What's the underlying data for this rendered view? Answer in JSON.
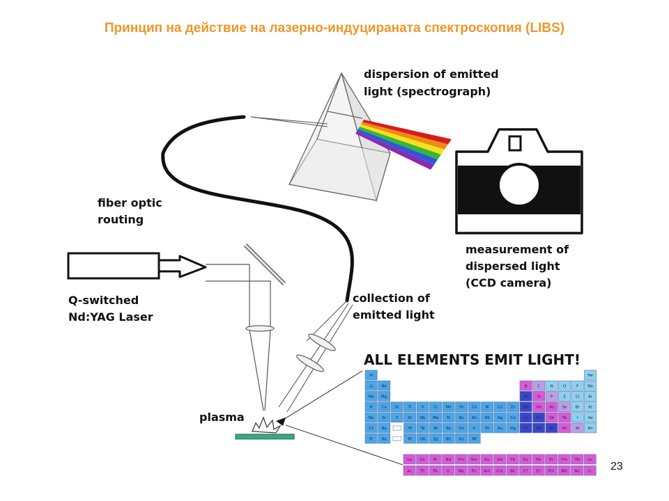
{
  "slide": {
    "title": "Принцип на действие на лазерно-индуцираната спектроскопия (LIBS)",
    "page_number": "23"
  },
  "labels": {
    "dispersion": [
      "dispersion of emitted",
      "light (spectrograph)"
    ],
    "fiber": [
      "fiber optic",
      "routing"
    ],
    "measurement": [
      "measurement of",
      "dispersed light",
      "(CCD camera)"
    ],
    "laser": [
      "Q-switched",
      "Nd:YAG Laser"
    ],
    "collection": [
      "collection of",
      "emitted light"
    ],
    "headline": "ALL ELEMENTS EMIT LIGHT!",
    "plasma": "plasma"
  },
  "colors": {
    "title": "#f0962a",
    "fiber": "#111111",
    "camera": "#111111",
    "sample": "#3aa883",
    "spectrum": [
      "#d81c1c",
      "#f08a18",
      "#f2e21a",
      "#38b43a",
      "#2a5ad8",
      "#8a2ab4"
    ],
    "table_blue": "#4aa6e8",
    "table_lightblue": "#8ed0f0",
    "table_pink": "#d85ad8",
    "table_lavender": "#b8a0e8",
    "table_navy": "#3a46c8"
  },
  "periodic_table": {
    "row1": [
      {
        "s": "H",
        "c": 0,
        "k": "blue"
      },
      {
        "s": "He",
        "c": 17,
        "k": "lightblue"
      }
    ],
    "row2": [
      {
        "s": "Li",
        "c": 0,
        "k": "blue"
      },
      {
        "s": "Be",
        "c": 1,
        "k": "blue"
      },
      {
        "s": "B",
        "c": 12,
        "k": "pink"
      },
      {
        "s": "C",
        "c": 13,
        "k": "lavender"
      },
      {
        "s": "N",
        "c": 14,
        "k": "lightblue"
      },
      {
        "s": "O",
        "c": 15,
        "k": "lightblue"
      },
      {
        "s": "F",
        "c": 16,
        "k": "lightblue"
      },
      {
        "s": "Ne",
        "c": 17,
        "k": "lightblue"
      }
    ],
    "row3": [
      {
        "s": "Na",
        "c": 0,
        "k": "blue"
      },
      {
        "s": "Mg",
        "c": 1,
        "k": "blue"
      },
      {
        "s": "Al",
        "c": 12,
        "k": "navy"
      },
      {
        "s": "Si",
        "c": 13,
        "k": "pink"
      },
      {
        "s": "P",
        "c": 14,
        "k": "lavender"
      },
      {
        "s": "S",
        "c": 15,
        "k": "lightblue"
      },
      {
        "s": "Cl",
        "c": 16,
        "k": "lightblue"
      },
      {
        "s": "Ar",
        "c": 17,
        "k": "lightblue"
      }
    ],
    "row4": [
      {
        "s": "K",
        "c": 0,
        "k": "blue"
      },
      {
        "s": "Ca",
        "c": 1,
        "k": "blue"
      },
      {
        "s": "Sc",
        "c": 2,
        "k": "blue"
      },
      {
        "s": "Ti",
        "c": 3,
        "k": "blue"
      },
      {
        "s": "V",
        "c": 4,
        "k": "blue"
      },
      {
        "s": "Cr",
        "c": 5,
        "k": "blue"
      },
      {
        "s": "Mn",
        "c": 6,
        "k": "blue"
      },
      {
        "s": "Fe",
        "c": 7,
        "k": "blue"
      },
      {
        "s": "Co",
        "c": 8,
        "k": "blue"
      },
      {
        "s": "Ni",
        "c": 9,
        "k": "blue"
      },
      {
        "s": "Cu",
        "c": 10,
        "k": "blue"
      },
      {
        "s": "Zn",
        "c": 11,
        "k": "blue"
      },
      {
        "s": "Ga",
        "c": 12,
        "k": "navy"
      },
      {
        "s": "Ge",
        "c": 13,
        "k": "pink"
      },
      {
        "s": "As",
        "c": 14,
        "k": "pink"
      },
      {
        "s": "Se",
        "c": 15,
        "k": "lavender"
      },
      {
        "s": "Br",
        "c": 16,
        "k": "lightblue"
      },
      {
        "s": "Kr",
        "c": 17,
        "k": "lightblue"
      }
    ],
    "row5": [
      {
        "s": "Rb",
        "c": 0,
        "k": "blue"
      },
      {
        "s": "Sr",
        "c": 1,
        "k": "blue"
      },
      {
        "s": "Y",
        "c": 2,
        "k": "blue"
      },
      {
        "s": "Zr",
        "c": 3,
        "k": "blue"
      },
      {
        "s": "Nb",
        "c": 4,
        "k": "blue"
      },
      {
        "s": "Mo",
        "c": 5,
        "k": "blue"
      },
      {
        "s": "Tc",
        "c": 6,
        "k": "blue"
      },
      {
        "s": "Ru",
        "c": 7,
        "k": "blue"
      },
      {
        "s": "Rh",
        "c": 8,
        "k": "blue"
      },
      {
        "s": "Pd",
        "c": 9,
        "k": "blue"
      },
      {
        "s": "Ag",
        "c": 10,
        "k": "blue"
      },
      {
        "s": "Cd",
        "c": 11,
        "k": "blue"
      },
      {
        "s": "In",
        "c": 12,
        "k": "navy"
      },
      {
        "s": "Sn",
        "c": 13,
        "k": "navy"
      },
      {
        "s": "Sb",
        "c": 14,
        "k": "pink"
      },
      {
        "s": "Te",
        "c": 15,
        "k": "pink"
      },
      {
        "s": "I",
        "c": 16,
        "k": "lightblue"
      },
      {
        "s": "Xe",
        "c": 17,
        "k": "lightblue"
      }
    ],
    "row6": [
      {
        "s": "Cs",
        "c": 0,
        "k": "blue"
      },
      {
        "s": "Ba",
        "c": 1,
        "k": "blue"
      },
      {
        "s": "Hf",
        "c": 3,
        "k": "blue"
      },
      {
        "s": "Ta",
        "c": 4,
        "k": "blue"
      },
      {
        "s": "W",
        "c": 5,
        "k": "blue"
      },
      {
        "s": "Re",
        "c": 6,
        "k": "blue"
      },
      {
        "s": "Os",
        "c": 7,
        "k": "blue"
      },
      {
        "s": "Ir",
        "c": 8,
        "k": "blue"
      },
      {
        "s": "Pt",
        "c": 9,
        "k": "blue"
      },
      {
        "s": "Au",
        "c": 10,
        "k": "blue"
      },
      {
        "s": "Hg",
        "c": 11,
        "k": "blue"
      },
      {
        "s": "Tl",
        "c": 12,
        "k": "navy"
      },
      {
        "s": "Pb",
        "c": 13,
        "k": "navy"
      },
      {
        "s": "Bi",
        "c": 14,
        "k": "navy"
      },
      {
        "s": "Po",
        "c": 15,
        "k": "pink"
      },
      {
        "s": "At",
        "c": 16,
        "k": "lavender"
      },
      {
        "s": "Rn",
        "c": 17,
        "k": "lightblue"
      }
    ],
    "row7": [
      {
        "s": "Fr",
        "c": 0,
        "k": "blue"
      },
      {
        "s": "Ra",
        "c": 1,
        "k": "blue"
      },
      {
        "s": "Rf",
        "c": 3,
        "k": "blue"
      },
      {
        "s": "Db",
        "c": 4,
        "k": "blue"
      },
      {
        "s": "Sg",
        "c": 5,
        "k": "blue"
      },
      {
        "s": "Bh",
        "c": 6,
        "k": "blue"
      },
      {
        "s": "Hs",
        "c": 7,
        "k": "blue"
      },
      {
        "s": "Mt",
        "c": 8,
        "k": "blue"
      }
    ],
    "lanthanides": [
      "La",
      "Ce",
      "Pr",
      "Nd",
      "Pm",
      "Sm",
      "Eu",
      "Gd",
      "Tb",
      "Dy",
      "Ho",
      "Er",
      "Tm",
      "Yb",
      "Lu"
    ],
    "actinides": [
      "Ac",
      "Th",
      "Pa",
      "U",
      "Np",
      "Pu",
      "Am",
      "Cm",
      "Bk",
      "Cf",
      "Es",
      "Fm",
      "Md",
      "No",
      "Lr"
    ]
  }
}
